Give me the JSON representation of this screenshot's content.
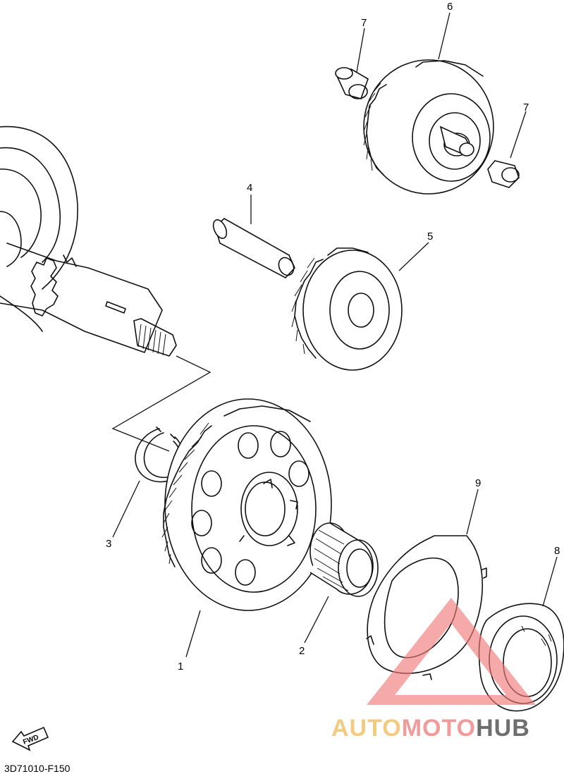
{
  "callouts": {
    "c1": "1",
    "c2": "2",
    "c3": "3",
    "c4": "4",
    "c5": "5",
    "c6": "6",
    "c7a": "7",
    "c7b": "7",
    "c8": "8",
    "c9": "9"
  },
  "fwd_label": "FWD",
  "diagram_code": "3D71010-F150",
  "watermark": {
    "part1": "AUTO",
    "part2": "MOTO",
    "part3": "HUB",
    "colors": {
      "auto": "#f2c36b",
      "moto": "#f08a8a",
      "hub": "#555555",
      "triangle": "#f07878"
    }
  }
}
